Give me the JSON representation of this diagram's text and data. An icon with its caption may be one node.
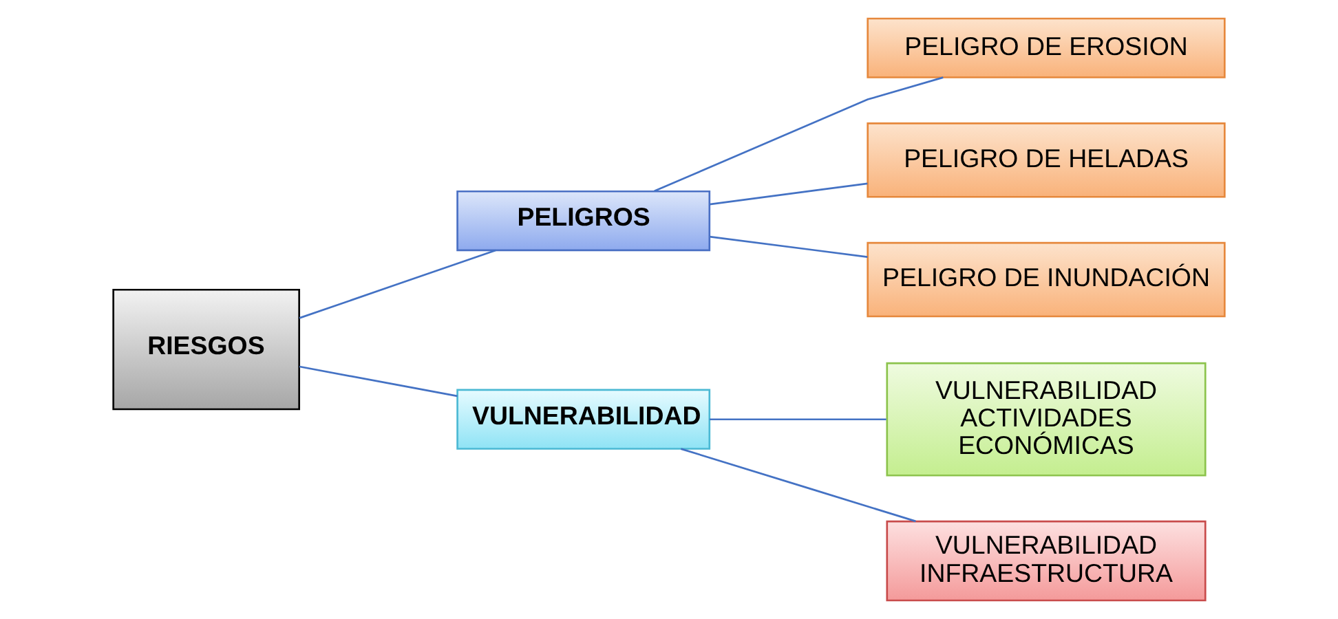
{
  "diagram": {
    "nodes": [
      {
        "text": [
          "RIESGOS"
        ]
      },
      {
        "text": [
          "PELIGROS"
        ]
      },
      {
        "text": [
          "VULNERABILIDAD"
        ]
      },
      {
        "text": [
          "PELIGRO DE EROSION"
        ]
      },
      {
        "text": [
          "PELIGRO DE HELADAS"
        ]
      },
      {
        "text": [
          "PELIGRO DE INUNDACIÓN"
        ]
      },
      {
        "text": [
          "VULNERABILIDAD ACTIVIDADES ECONÓMICAS"
        ]
      },
      {
        "text": [
          "VULNERABILIDAD INFRAESTRUCTURA"
        ]
      }
    ],
    "edges": [
      {
        "from": 0,
        "to": 1,
        "arrow": "none"
      },
      {
        "from": 0,
        "to": 2,
        "arrow": "none"
      },
      {
        "from": 1,
        "to": 3,
        "arrow": "none"
      },
      {
        "from": 1,
        "to": 4,
        "arrow": "none"
      },
      {
        "from": 1,
        "to": 5,
        "arrow": "none"
      },
      {
        "from": 2,
        "to": 6,
        "arrow": "none"
      },
      {
        "from": 2,
        "to": 7,
        "arrow": "none"
      }
    ]
  }
}
